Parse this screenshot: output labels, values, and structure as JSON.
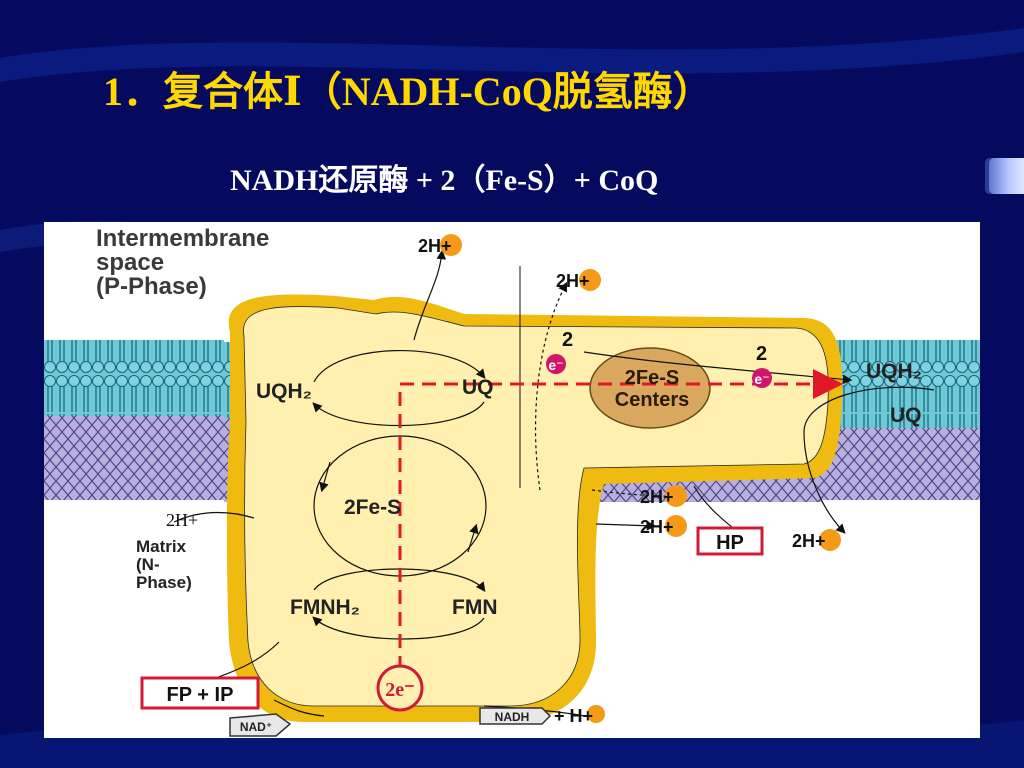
{
  "slide": {
    "title": "1．复合体Ⅰ（NADH-CoQ脱氢酶）",
    "subtitle": "NADH还原酶 + 2（Fe-S）+ CoQ"
  },
  "diagram": {
    "intermembrane": [
      "Intermembrane",
      "space",
      "(P-Phase)"
    ],
    "matrix": [
      "Matrix",
      "(N-",
      "Phase)"
    ],
    "matrix_2h": "2H+",
    "uqh2_left": "UQH₂",
    "uq_center": "UQ",
    "fes_center": [
      "2Fe-S",
      "Centers"
    ],
    "fes_lower": "2Fe-S",
    "fmnh2": "FMNH₂",
    "fmn": "FMN",
    "uqh2_right": "UQH₂",
    "uq_right": "UQ",
    "two_e_count": "2",
    "e_symbol": "e⁻",
    "proton_badge": "2H+",
    "hp_label": "HP",
    "fp_ip_label": "FP + IP",
    "two_e_minus": "2e⁻",
    "nad_label": "NAD⁺",
    "nadh_label": "NADH",
    "plus_h": "+ H+",
    "colors": {
      "background": "#050a5e",
      "title": "#ffd800",
      "complex_fill": "#fff0b0",
      "complex_rim": "#f0bb10",
      "membrane_blue": "#6ec9d6",
      "membrane_purple": "#9c94cc",
      "proton_orange": "#f59a16",
      "electron_pink": "#d0166c",
      "dashed_red": "#e3172b"
    }
  }
}
